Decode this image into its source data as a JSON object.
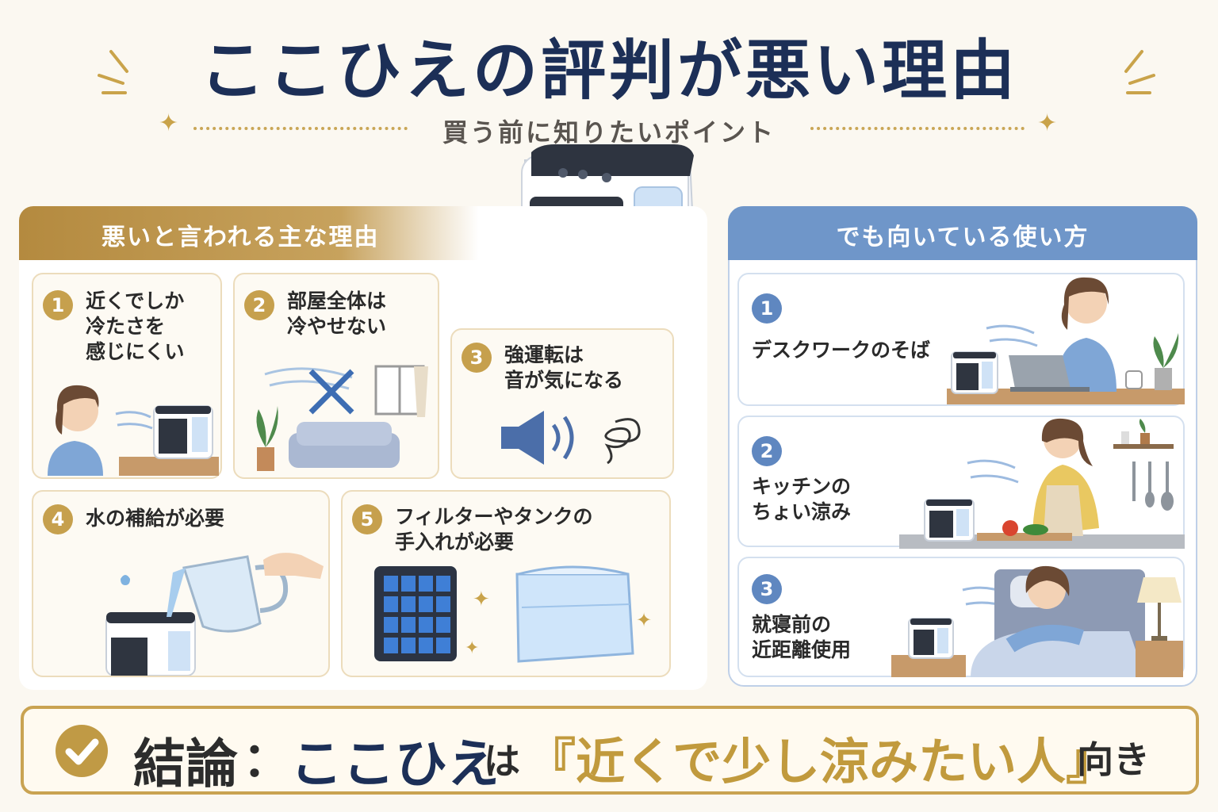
{
  "title": "ここひえの評判が悪い理由",
  "subtitle": "買う前に知りたいポイント",
  "left_section": {
    "heading": "悪いと言われる主な理由",
    "items": [
      {
        "number": "1",
        "lines": [
          "近くでしか",
          "冷たさを",
          "感じにくい"
        ]
      },
      {
        "number": "2",
        "lines": [
          "部屋全体は",
          "冷やせない"
        ]
      },
      {
        "number": "3",
        "lines": [
          "強運転は",
          "音が気になる"
        ]
      },
      {
        "number": "4",
        "lines": [
          "水の補給が必要"
        ]
      },
      {
        "number": "5",
        "lines": [
          "フィルターやタンクの",
          "手入れが必要"
        ]
      }
    ]
  },
  "right_section": {
    "heading": "でも向いている使い方",
    "items": [
      {
        "number": "1",
        "lines": [
          "デスクワークのそば"
        ]
      },
      {
        "number": "2",
        "lines": [
          "キッチンの",
          "ちょい涼み"
        ]
      },
      {
        "number": "3",
        "lines": [
          "就寝前の",
          "近距離使用"
        ]
      }
    ]
  },
  "conclusion": {
    "label": "結論",
    "colon": "：",
    "subject": "ここひえ",
    "particle": "は",
    "quote": "『近くで少し涼みたい人』",
    "suffix": "向き"
  },
  "colors": {
    "navy": "#1c2f57",
    "gold": "#c6a04d",
    "blue": "#6f96c9",
    "background": "#fbf8f1"
  },
  "icons": [
    "sparkle-icon",
    "snowflake-icon",
    "check-icon",
    "speaker-icon",
    "noise-icon",
    "cross-icon"
  ]
}
